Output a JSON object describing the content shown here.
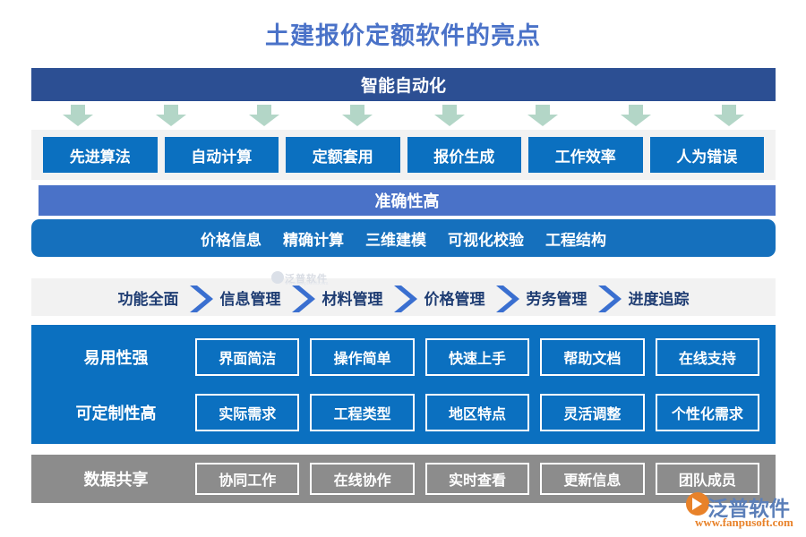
{
  "page": {
    "title": "土建报价定额软件的亮点"
  },
  "automation": {
    "band_label": "智能自动化",
    "arrow_count": 8,
    "arrow_color": "#b3d6c7",
    "chips": [
      "先进算法",
      "自动计算",
      "定额套用",
      "报价生成",
      "工作效率",
      "人为错误"
    ]
  },
  "accuracy": {
    "band_label": "准确性高",
    "terms": [
      "价格信息",
      "精确计算",
      "三维建模",
      "可视化校验",
      "工程结构"
    ]
  },
  "process": {
    "steps": [
      "功能全面",
      "信息管理",
      "材料管理",
      "价格管理",
      "劳务管理",
      "进度追踪"
    ],
    "separator_icon": "chevron-right-icon"
  },
  "features": {
    "rows": [
      {
        "heading": "易用性强",
        "items": [
          "界面简洁",
          "操作简单",
          "快速上手",
          "帮助文档",
          "在线支持"
        ]
      },
      {
        "heading": "可定制性高",
        "items": [
          "实际需求",
          "工程类型",
          "地区特点",
          "灵活调整",
          "个性化需求"
        ]
      }
    ]
  },
  "sharing": {
    "heading": "数据共享",
    "items": [
      "协同工作",
      "在线协作",
      "实时查看",
      "更新信息",
      "团队成员"
    ]
  },
  "branding": {
    "logo_icon": "play-circle-icon",
    "name": "泛普软件",
    "url": "www.fanpusoft.com",
    "watermark_text": "泛普软件",
    "watermark_url": "www.fanpusoft.com"
  },
  "colors": {
    "title": "#4a72c8",
    "band_dark": "#2c4f93",
    "band_mid": "#4a72c8",
    "chip_blue": "#0b70c0",
    "strip_gray": "#f2f2f2",
    "block_gray": "#8c8c8c",
    "arrow_green": "#b3d6c7",
    "chevron_blue": "#3a6fd0",
    "logo_orange": "#e8822a"
  }
}
